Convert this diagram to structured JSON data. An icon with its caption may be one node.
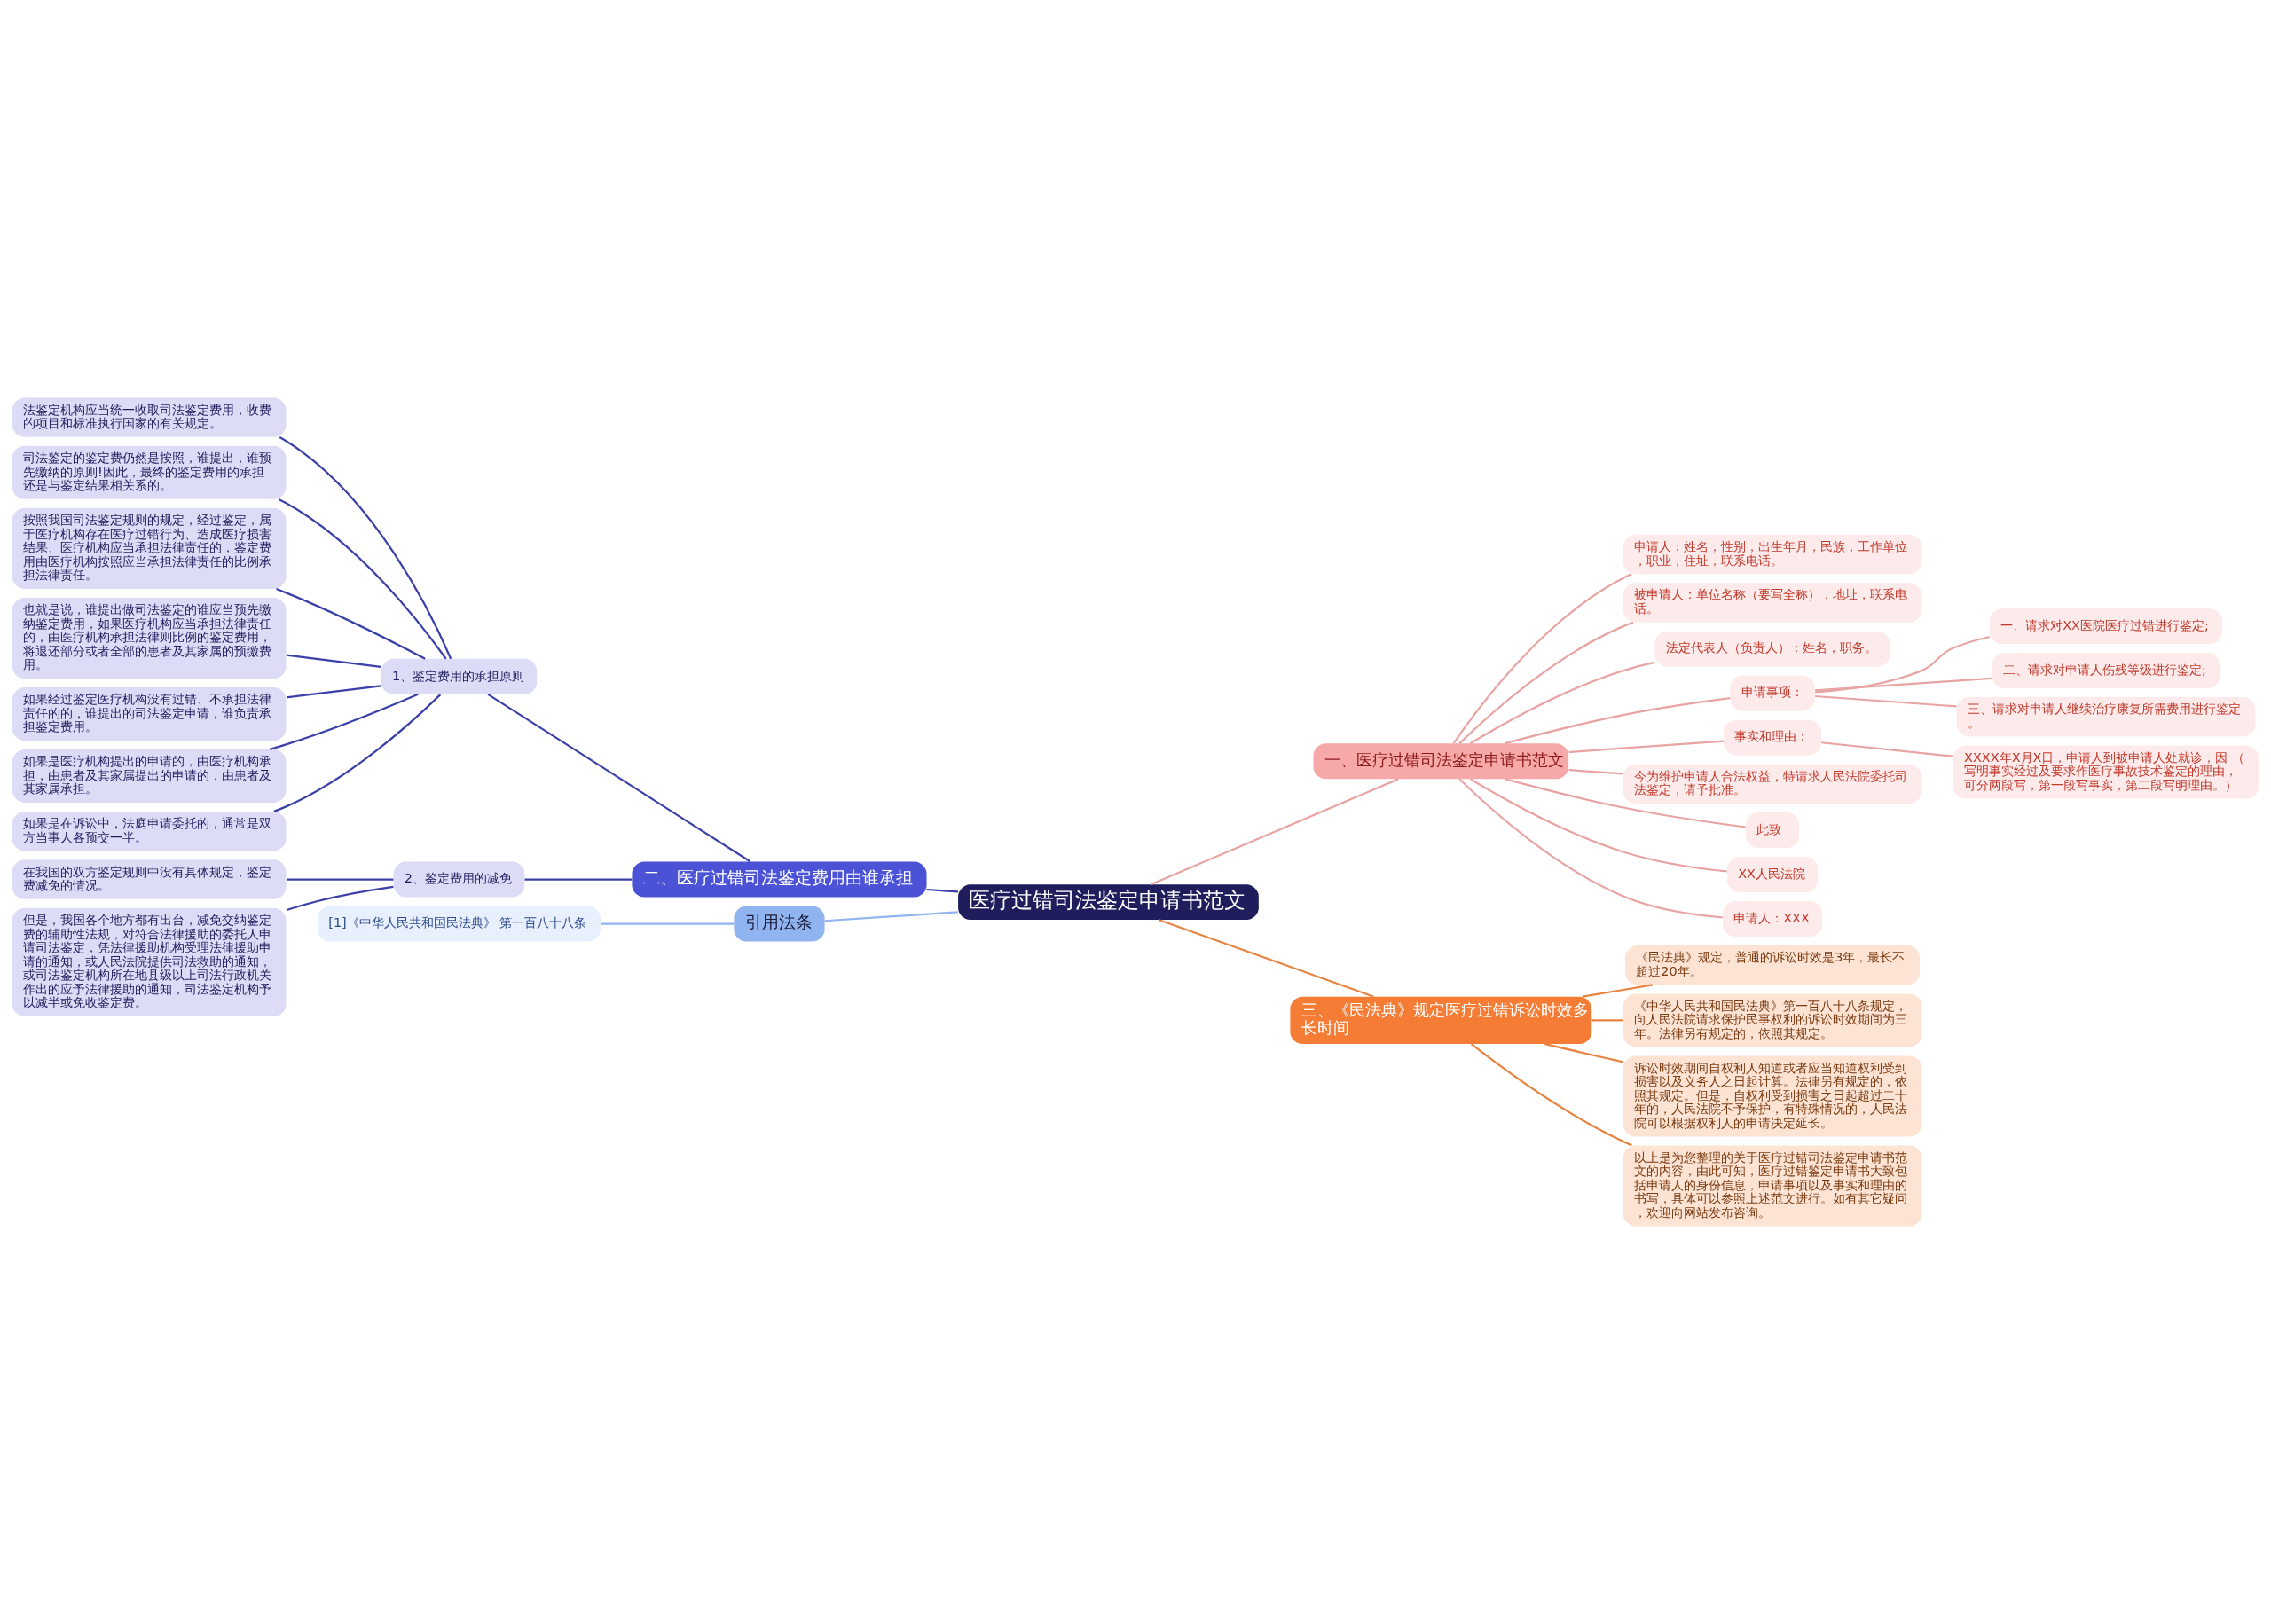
{
  "diagram": {
    "nodes": [
      {
        "text": [
          "医疗过错司法鉴定申请书范文"
        ]
      },
      {
        "text": [
          "二、医疗过错司法鉴定费用由谁承担"
        ]
      },
      {
        "text": [
          "1、鉴定费用的承担原则"
        ]
      },
      {
        "text": [
          "法鉴定机构应当统一收取司法鉴定费用，收费的项目和标准执行国家的有关规定。"
        ]
      },
      {
        "text": [
          "司法鉴定的鉴定费仍然是按照，谁提出，谁预先缴纳的原则!因此，最终的鉴定费用的承担还是与鉴定结果相关系的。"
        ]
      },
      {
        "text": [
          "按照我国司法鉴定规则的规定，经过鉴定，属于医疗机构存在医疗过错行为、造成医疗损害结果、医疗机构应当承担法律责任的，鉴定费用由医疗机构按照应当承担法律责任的比例承担法律责任。"
        ]
      },
      {
        "text": [
          "也就是说，谁提出做司法鉴定的谁应当预先缴纳鉴定费用，如果医疗机构应当承担法律责任的，由医疗机构承担法律则比例的鉴定费用，将退还部分或者全部的患者及其家属的预缴费用。"
        ]
      },
      {
        "text": [
          "如果经过鉴定医疗机构没有过错、不承担法律责任的的，谁提出的司法鉴定申请，谁负责承担鉴定费用。"
        ]
      },
      {
        "text": [
          "如果是医疗机构提出的申请的，由医疗机构承担，由患者及其家属提出的申请的，由患者及其家属承担。"
        ]
      },
      {
        "text": [
          "如果是在诉讼中，法庭申请委托的，通常是双方当事人各预交一半。"
        ]
      },
      {
        "text": [
          "2、鉴定费用的减免"
        ]
      },
      {
        "text": [
          "在我国的双方鉴定规则中没有具体规定，鉴定费减免的情况。"
        ]
      },
      {
        "text": [
          "但是，我国各个地方都有出台，减免交纳鉴定费的辅助性法规，对符合法律援助的委托人申请司法鉴定，凭法律援助机构受理法律援助申请的通知，或人民法院提供司法救助的通知，或司法鉴定机构所在地县级以上司法行政机关作出的应予法律援助的通知，司法鉴定机构予以减半或免收鉴定费。"
        ]
      },
      {
        "text": [
          "引用法条"
        ]
      },
      {
        "text": [
          "[1]《中华人民共和国民法典》 第一百八十八条"
        ]
      },
      {
        "text": [
          "一、医疗过错司法鉴定申请书范文"
        ]
      },
      {
        "text": [
          "申请人：姓名，性别，出生年月，民族，工作单位，职业，住址，联系电话。"
        ]
      },
      {
        "text": [
          "被申请人：单位名称（要写全称），地址，联系电话。"
        ]
      },
      {
        "text": [
          "法定代表人（负责人）：姓名，职务。"
        ]
      },
      {
        "text": [
          "申请事项："
        ]
      },
      {
        "text": [
          "一、请求对XX医院医疗过错进行鉴定;"
        ]
      },
      {
        "text": [
          "二、请求对申请人伤残等级进行鉴定;"
        ]
      },
      {
        "text": [
          "三、请求对申请人继续治疗康复所需费用进行鉴定。"
        ]
      },
      {
        "text": [
          "事实和理由："
        ]
      },
      {
        "text": [
          "XXXX年X月X日，申请人到被申请人处就诊，因 （写明事实经过及要求作医疗事故技术鉴定的理由，可分两段写，第一段写事实，第二段写明理由。）"
        ]
      },
      {
        "text": [
          "今为维护申请人合法权益，特请求人民法院委托司法鉴定，请予批准。"
        ]
      },
      {
        "text": [
          "此致"
        ]
      },
      {
        "text": [
          "XX人民法院"
        ]
      },
      {
        "text": [
          "申请人：XXX"
        ]
      },
      {
        "text": [
          "三、《民法典》规定医疗过错诉讼时效多长时间"
        ]
      },
      {
        "text": [
          "《民法典》规定，普通的诉讼时效是3年，最长不超过20年。"
        ]
      },
      {
        "text": [
          "《中华人民共和国民法典》第一百八十八条规定，向人民法院请求保护民事权利的诉讼时效期间为三年。法律另有规定的，依照其规定。"
        ]
      },
      {
        "text": [
          "诉讼时效期间自权利人知道或者应当知道权利受到损害以及义务人之日起计算。法律另有规定的，依照其规定。但是，自权利受到损害之日起超过二十年的，人民法院不予保护，有特殊情况的，人民法院可以根据权利人的申请决定延长。"
        ]
      },
      {
        "text": [
          "以上是为您整理的关于医疗过错司法鉴定申请书范文的内容，由此可知，医疗过错鉴定申请书大致包括申请人的身份信息，申请事项以及事实和理由的书写，具体可以参照上述范文进行。如有其它疑问，欢迎向网站发布咨询。"
        ]
      }
    ],
    "edges": [
      {
        "from": 0,
        "to": 1,
        "arrow": "none",
        "color": "#3b40a8"
      },
      {
        "from": 1,
        "to": 2,
        "arrow": "none",
        "color": "#3b40a8"
      },
      {
        "from": 2,
        "to": 3,
        "arrow": "none",
        "color": "#3b40a8"
      },
      {
        "from": 2,
        "to": 4,
        "arrow": "none",
        "color": "#3b40a8"
      },
      {
        "from": 2,
        "to": 5,
        "arrow": "none",
        "color": "#3b40a8"
      },
      {
        "from": 2,
        "to": 6,
        "arrow": "none",
        "color": "#3b40a8"
      },
      {
        "from": 2,
        "to": 7,
        "arrow": "none",
        "color": "#3b40a8"
      },
      {
        "from": 2,
        "to": 8,
        "arrow": "none",
        "color": "#3b40a8"
      },
      {
        "from": 2,
        "to": 9,
        "arrow": "none",
        "color": "#3b40a8"
      },
      {
        "from": 1,
        "to": 10,
        "arrow": "none",
        "color": "#3b40a8"
      },
      {
        "from": 10,
        "to": 11,
        "arrow": "none",
        "color": "#3b40a8"
      },
      {
        "from": 10,
        "to": 12,
        "arrow": "none",
        "color": "#3b40a8"
      },
      {
        "from": 0,
        "to": 13,
        "arrow": "none",
        "color": "#8fb4f0"
      },
      {
        "from": 13,
        "to": 14,
        "arrow": "none",
        "color": "#8fb4f0"
      },
      {
        "from": 0,
        "to": 15,
        "arrow": "none"
      },
      {
        "from": 15,
        "to": 16,
        "arrow": "none"
      },
      {
        "from": 15,
        "to": 17,
        "arrow": "none"
      },
      {
        "from": 15,
        "to": 18,
        "arrow": "none"
      },
      {
        "from": 15,
        "to": 19,
        "arrow": "none"
      },
      {
        "from": 19,
        "to": 20,
        "arrow": "none"
      },
      {
        "from": 19,
        "to": 21,
        "arrow": "none"
      },
      {
        "from": 19,
        "to": 22,
        "arrow": "none"
      },
      {
        "from": 15,
        "to": 23,
        "arrow": "none"
      },
      {
        "from": 23,
        "to": 24,
        "arrow": "none"
      },
      {
        "from": 15,
        "to": 25,
        "arrow": "none"
      },
      {
        "from": 15,
        "to": 26,
        "arrow": "none"
      },
      {
        "from": 15,
        "to": 27,
        "arrow": "none"
      },
      {
        "from": 15,
        "to": 28,
        "arrow": "none"
      },
      {
        "from": 0,
        "to": 29,
        "arrow": "none",
        "color": "#e8833f"
      },
      {
        "from": 29,
        "to": 30,
        "arrow": "none",
        "color": "#e8833f"
      },
      {
        "from": 29,
        "to": 31,
        "arrow": "none",
        "color": "#e8833f"
      },
      {
        "from": 29,
        "to": 32,
        "arrow": "none",
        "color": "#e8833f"
      },
      {
        "from": 29,
        "to": 33,
        "arrow": "none",
        "color": "#e8833f"
      }
    ]
  }
}
